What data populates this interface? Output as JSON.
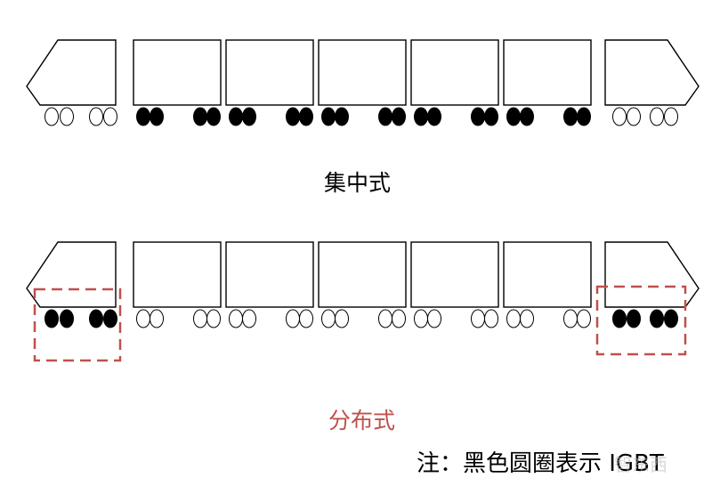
{
  "diagram": {
    "top_label": "集中式",
    "bottom_label": "分布式",
    "note": "注：黑色圆圈表示 IGBT",
    "watermark": "智东西",
    "colors": {
      "outline": "#000000",
      "igbt_fill": "#000000",
      "highlight": "#c0504d",
      "bottom_label_color": "#c0504d"
    },
    "trains": [
      {
        "name": "集中式",
        "igbt_location": "middle cars",
        "cars": [
          {
            "type": "head",
            "igbt": false
          },
          {
            "type": "car",
            "igbt": true
          },
          {
            "type": "car",
            "igbt": true
          },
          {
            "type": "car",
            "igbt": true
          },
          {
            "type": "car",
            "igbt": true
          },
          {
            "type": "car",
            "igbt": true
          },
          {
            "type": "tail",
            "igbt": false
          }
        ]
      },
      {
        "name": "分布式",
        "igbt_location": "head and tail cars (highlighted)",
        "cars": [
          {
            "type": "head",
            "igbt": true
          },
          {
            "type": "car",
            "igbt": false
          },
          {
            "type": "car",
            "igbt": false
          },
          {
            "type": "car",
            "igbt": false
          },
          {
            "type": "car",
            "igbt": false
          },
          {
            "type": "car",
            "igbt": false
          },
          {
            "type": "tail",
            "igbt": true
          }
        ]
      }
    ]
  }
}
